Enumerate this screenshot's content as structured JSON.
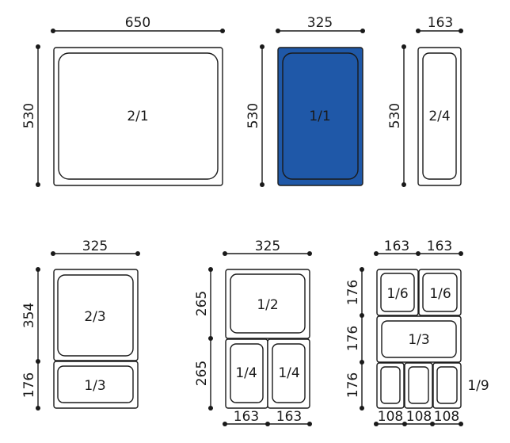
{
  "colors": {
    "accent_fill": "#1f58a8",
    "line": "#1a1a1a",
    "background": "#ffffff"
  },
  "pans": {
    "p21": {
      "width": "650",
      "height": "530",
      "label": "2/1"
    },
    "p11": {
      "width": "325",
      "height": "530",
      "label": "1/1"
    },
    "p24": {
      "width": "163",
      "height": "530",
      "label": "2/4"
    },
    "p23": {
      "width": "325",
      "h_top": "354",
      "h_bottom": "176",
      "label_top": "2/3",
      "label_bottom": "1/3"
    },
    "p12": {
      "width": "325",
      "h_top": "265",
      "h_bottom": "265",
      "label_top": "1/2",
      "label_left": "1/4",
      "label_right": "1/4",
      "bw_left": "163",
      "bw_right": "163"
    },
    "p16": {
      "tw_left": "163",
      "tw_right": "163",
      "h1": "176",
      "h2": "176",
      "h3": "176",
      "label_tl": "1/6",
      "label_tr": "1/6",
      "label_mid": "1/3",
      "label_side": "1/9",
      "bw1": "108",
      "bw2": "108",
      "bw3": "108"
    }
  }
}
